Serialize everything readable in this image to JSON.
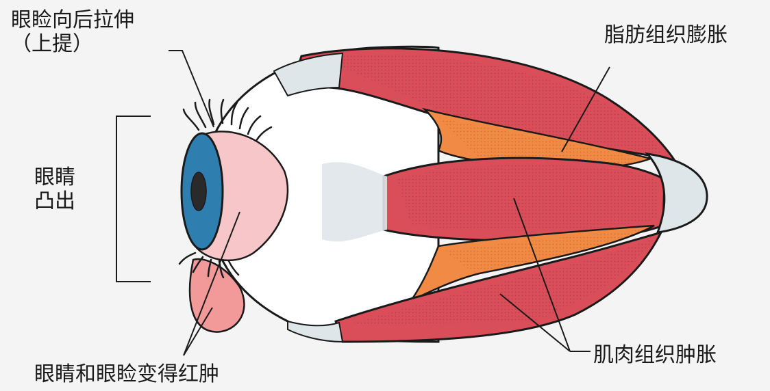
{
  "labels": {
    "eyelid_line1": "眼睑向后拉伸",
    "eyelid_line2": "（上提）",
    "bulge_line1": "眼睛",
    "bulge_line2": "凸出",
    "fat": "脂肪组织膨胀",
    "muscle": "肌肉组织肿胀",
    "redness": "眼睛和眼睑变得红肿"
  },
  "colors": {
    "background": "#f4f4f4",
    "muscle": "#d94e58",
    "muscle_dark": "#b83843",
    "fat": "#f08a45",
    "tendon": "#dfe6ea",
    "iris": "#2e7fb0",
    "sclera_pink": "#f6c6c8",
    "outline": "#1a1a1a"
  }
}
